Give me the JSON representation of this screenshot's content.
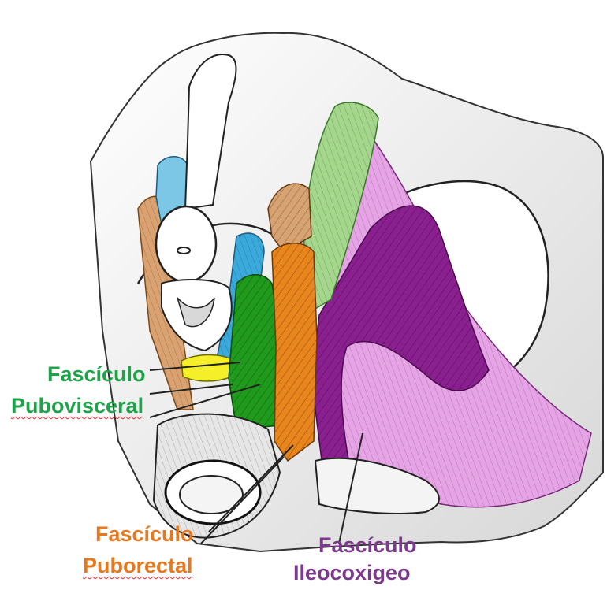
{
  "labels": {
    "pubovisceral": {
      "line1": "Fascículo",
      "line2": "Pubovisceral"
    },
    "puborectal": {
      "line1": "Fascículo",
      "line2": "Puborectal"
    },
    "ileocoxigeo": {
      "line1": "Fascículo",
      "line2": "Ileocoxigeo"
    }
  },
  "colors": {
    "pubovisceral_text": "#1ea34a",
    "puborectal_text": "#e8781e",
    "ileocoxigeo_text": "#7b3a8c",
    "spellcheck_underline": "#e03030",
    "purple_muscle": "#8a1f8f",
    "pink_muscle": "#e49ae4",
    "green_light": "#9fd48c",
    "green_dark": "#1f9a1c",
    "orange_muscle": "#e8841c",
    "tan_muscle": "#d9a574",
    "blue_muscle": "#45b2e0",
    "yellow": "#f5f22a"
  }
}
